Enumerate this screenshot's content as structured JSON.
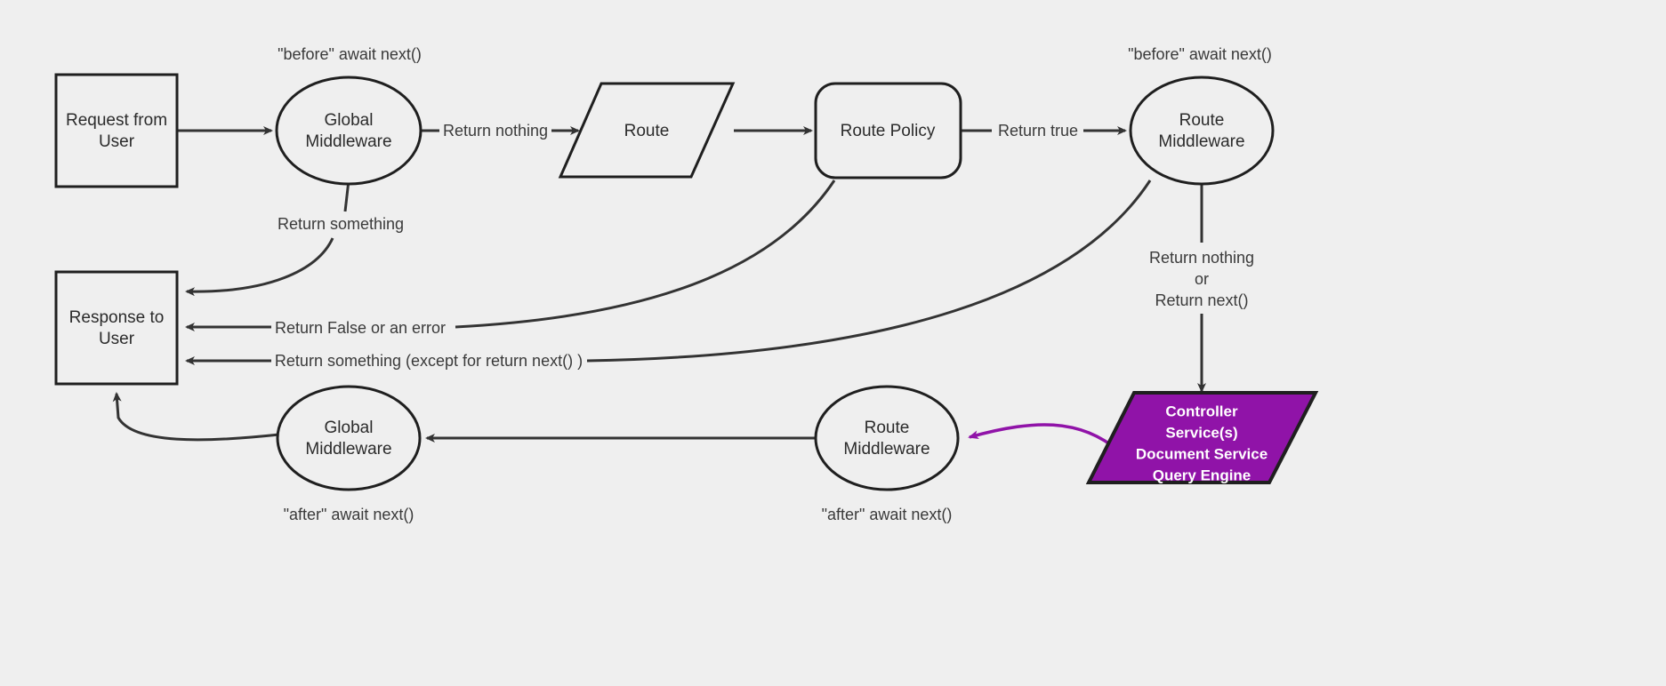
{
  "diagram": {
    "title": "Middleware request lifecycle flowchart",
    "background_color": "#efefef",
    "stroke_color": "#1f1f1f",
    "accent_color": "#9013a8",
    "accent_text_color": "#ffffff"
  },
  "nodes": {
    "request_from_user": {
      "line1": "Request from",
      "line2": "User",
      "shape": "rectangle"
    },
    "global_middleware_top": {
      "line1": "Global",
      "line2": "Middleware",
      "shape": "ellipse"
    },
    "route": {
      "line1": "Route",
      "shape": "parallelogram"
    },
    "route_policy": {
      "line1": "Route Policy",
      "shape": "rounded-rectangle"
    },
    "route_middleware_top": {
      "line1": "Route",
      "line2": "Middleware",
      "shape": "ellipse"
    },
    "controller_services": {
      "line1": "Controller",
      "line2": "Service(s)",
      "line3": "Document Service",
      "line4": "Query Engine",
      "shape": "parallelogram",
      "fill": "#9013a8"
    },
    "route_middleware_bottom": {
      "line1": "Route",
      "line2": "Middleware",
      "shape": "ellipse"
    },
    "global_middleware_bottom": {
      "line1": "Global",
      "line2": "Middleware",
      "shape": "ellipse"
    },
    "response_to_user": {
      "line1": "Response to",
      "line2": "User",
      "shape": "rectangle"
    }
  },
  "annotations": {
    "before_await_next_global": "\"before\" await next()",
    "before_await_next_route": "\"before\" await next()",
    "after_await_next_global": "\"after\" await next()",
    "after_await_next_route": "\"after\" await next()"
  },
  "edge_labels": {
    "return_nothing": "Return nothing",
    "return_true": "Return true",
    "return_something": "Return something",
    "return_false_or_error": "Return False or an error",
    "return_something_except_next": "Return something (except for return next() )",
    "return_nothing_or_next_line1": "Return nothing",
    "return_nothing_or_next_line2": "or",
    "return_nothing_or_next_line3": "Return next()"
  }
}
